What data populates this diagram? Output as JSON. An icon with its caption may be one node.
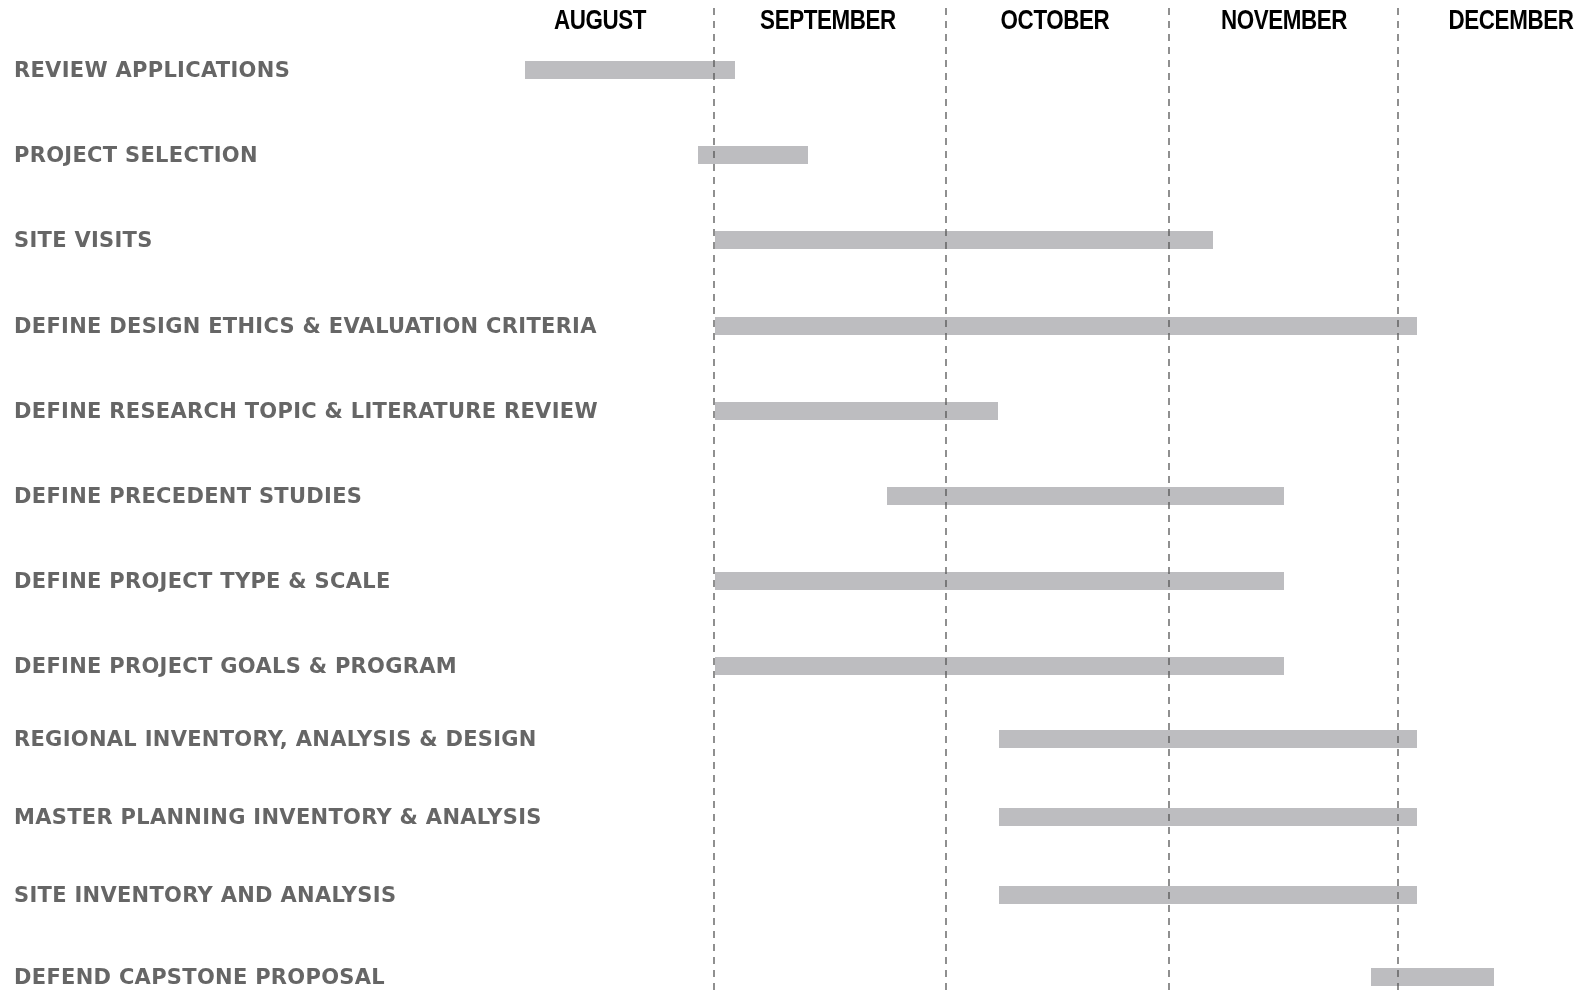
{
  "diagram": {
    "nodes": [
      {
        "text": [],
        "shape": "bar"
      },
      {
        "text": [],
        "shape": "bar"
      },
      {
        "text": [],
        "shape": "bar"
      },
      {
        "text": [],
        "shape": "bar"
      },
      {
        "text": [],
        "shape": "bar"
      },
      {
        "text": [],
        "shape": "bar"
      },
      {
        "text": [],
        "shape": "bar"
      },
      {
        "text": [],
        "shape": "bar"
      },
      {
        "text": [],
        "shape": "bar"
      },
      {
        "text": [],
        "shape": "bar"
      },
      {
        "text": [],
        "shape": "bar"
      },
      {
        "text": [],
        "shape": "bar"
      }
    ],
    "labels": [
      "AUGUST",
      "SEPTEMBER",
      "OCTOBER",
      "NOVEMBER",
      "DECEMBER",
      "REVIEW APPLICATIONS",
      "PROJECT SELECTION",
      "SITE VISITS",
      "DEFINE DESIGN ETHICS & EVALUATION CRITERIA",
      "DEFINE RESEARCH TOPIC & LITERATURE REVIEW",
      "DEFINE PRECEDENT STUDIES",
      "DEFINE PROJECT TYPE & SCALE",
      "DEFINE PROJECT GOALS & PROGRAM",
      "REGIONAL INVENTORY, ANALYSIS & DESIGN",
      "MASTER PLANNING INVENTORY & ANALYSIS",
      "SITE INVENTORY AND ANALYSIS",
      "DEFEND CAPSTONE PROPOSAL"
    ]
  }
}
